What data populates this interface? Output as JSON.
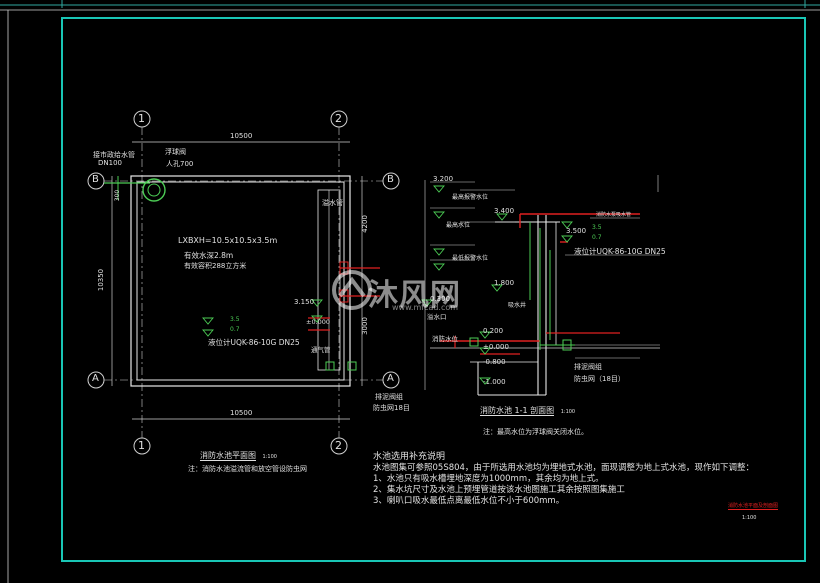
{
  "plan": {
    "axis_1": "1",
    "axis_2": "2",
    "axis_A": "A",
    "axis_B": "B",
    "dim_top": "10500",
    "dim_bottom": "10500",
    "dim_left": "10350",
    "dim_right_upper": "4200",
    "dim_right_lower": "3000",
    "dim_left_small": "300",
    "label_supply_pipe": "接市政给水管",
    "label_supply_dn": "DN100",
    "label_float_valve": "浮球阀",
    "label_manhole": "人孔700",
    "label_size": "LXBXH=10.5x10.5x3.5m",
    "label_water_depth": "有效水深2.8m",
    "label_volume": "有效容积288立方米",
    "label_overflow": "溢水管",
    "label_level_35": "3.5",
    "label_level_07": "0.7",
    "label_level_3150": "3.150",
    "label_level_0000": "±0.000",
    "label_gauge": "液位计UQK-86-10G  DN25",
    "label_vent": "通气管",
    "label_drain": "排泥阀组",
    "label_pipe_set": "防虫网18目",
    "title": "消防水池平面图",
    "title_scale": "1:100",
    "note": "注：消防水池溢流管和放空管设防虫网"
  },
  "section": {
    "level_3200": "3.200",
    "level_3400": "3.400",
    "level_3500": "3.500",
    "level_1800": "1.800",
    "level_0300": "0.300",
    "level_0200": "0.200",
    "level_0000": "±0.000",
    "level_n0800": "-0.800",
    "level_n1000": "-1.000",
    "label_high_alarm": "最高报警水位",
    "label_normal": "最高水位",
    "label_low": "最低报警水位",
    "label_fire_pump": "消防水泵吸水管",
    "label_gauge": "液位计UQK-86-10G  DN25",
    "label_overflow_port": "溢水口",
    "label_suction": "吸水井",
    "label_drain": "排泥阀组",
    "label_mesh": "防虫网（18目）",
    "label_fire_level": "消防水位",
    "label_level_35": "3.5",
    "label_level_07": "0.7",
    "title": "消防水池 1-1 剖面图",
    "title_scale": "1:100",
    "note": "注：最高水位为浮球阀关闭水位。"
  },
  "notes": {
    "heading": "水池选用补充说明",
    "line0": "水池图集可参照05S804，由于所选用水池均为埋地式水池，面现调整为地上式水池，现作如下调整：",
    "line1": "1、水池只有吸水槽埋地深度为1000mm，其余均为地上式。",
    "line2": "2、集水坑尺寸及水池上预埋管道按该水池图施工其余按照图集施工",
    "line3": "3、喇叭口吸水最低点离最低水位不小于600mm。"
  },
  "titleblock": {
    "name": "消防水池平面及剖面图",
    "scale": "1:100"
  },
  "watermark": {
    "text": "沐风网",
    "url": "www.mfcad.com"
  }
}
